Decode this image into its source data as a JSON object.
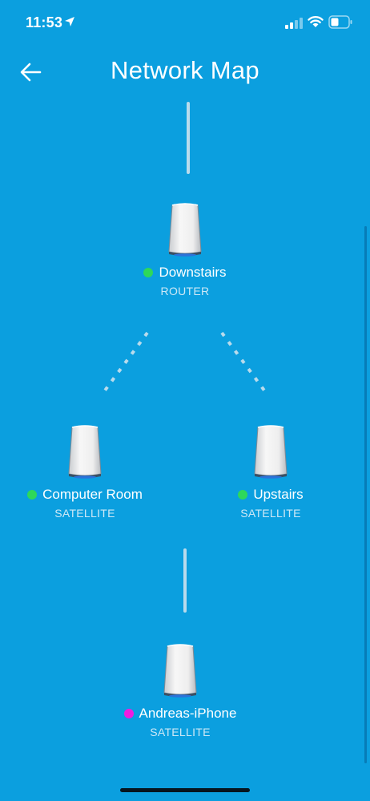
{
  "status_bar": {
    "time": "11:53"
  },
  "header": {
    "title": "Network Map"
  },
  "nodes": [
    {
      "name": "Downstairs",
      "role": "ROUTER",
      "status_color": "#2ed85a"
    },
    {
      "name": "Computer Room",
      "role": "SATELLITE",
      "status_color": "#2ed85a"
    },
    {
      "name": "Upstairs",
      "role": "SATELLITE",
      "status_color": "#2ed85a"
    },
    {
      "name": "Andreas-iPhone",
      "role": "SATELLITE",
      "status_color": "#f01ce0"
    }
  ],
  "colors": {
    "background": "#0b9fdf",
    "wired_link": "#b9dbec",
    "online": "#2ed85a",
    "device_dot": "#f01ce0"
  },
  "icons": [
    "location-arrow-icon",
    "cellular-signal-icon",
    "wifi-icon",
    "battery-icon",
    "back-arrow-icon",
    "router-device-icon",
    "satellite-device-icon"
  ]
}
